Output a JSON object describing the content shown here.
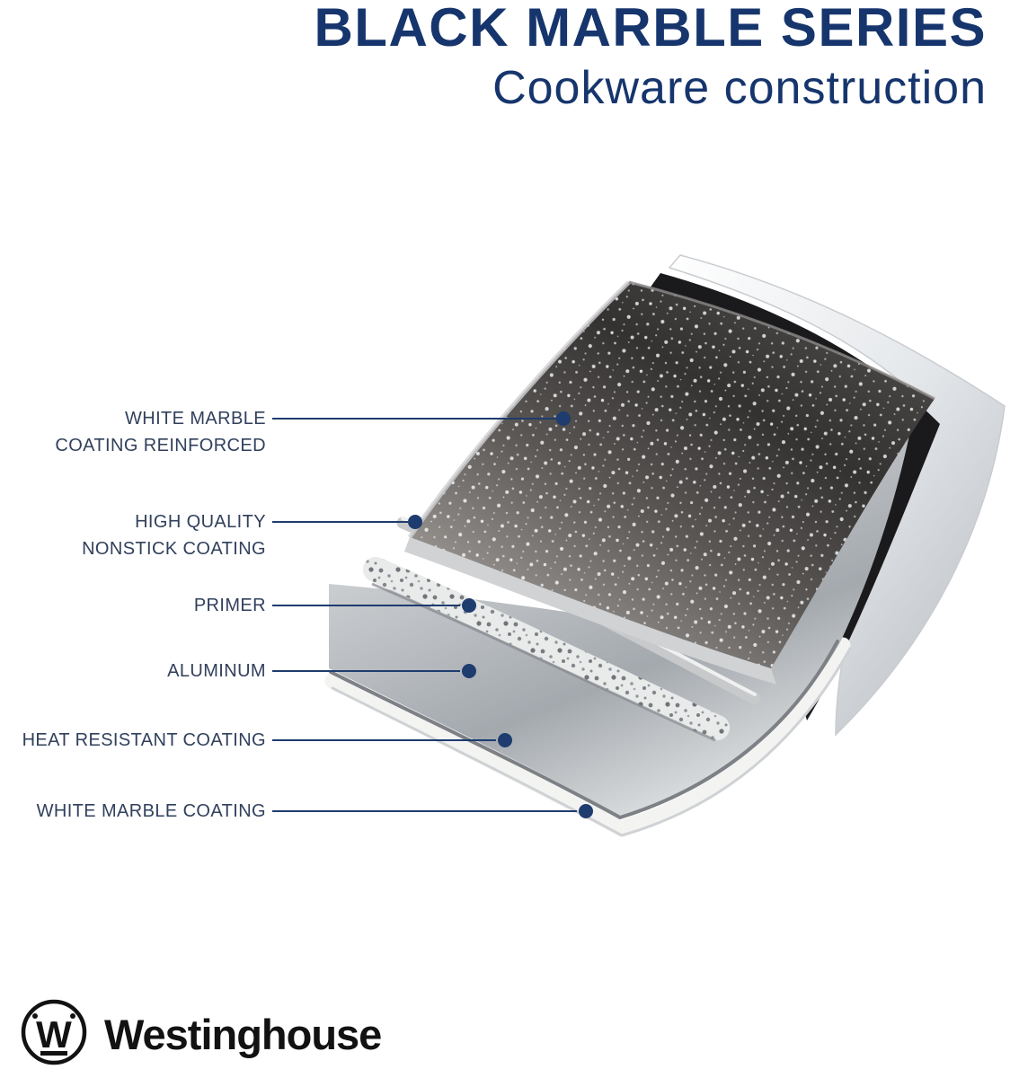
{
  "header": {
    "title": "BLACK MARBLE SERIES",
    "subtitle": "Cookware construction"
  },
  "callouts": [
    {
      "id": "white-marble-coating-reinforced",
      "line1": "WHITE MARBLE",
      "line2": "COATING REINFORCED"
    },
    {
      "id": "high-quality-nonstick-coating",
      "line1": "HIGH QUALITY",
      "line2": "NONSTICK COATING"
    },
    {
      "id": "primer",
      "line1": "PRIMER",
      "line2": ""
    },
    {
      "id": "aluminum",
      "line1": "ALUMINUM",
      "line2": ""
    },
    {
      "id": "heat-resistant-coating",
      "line1": "HEAT RESISTANT COATING",
      "line2": ""
    },
    {
      "id": "white-marble-coating",
      "line1": "WHITE MARBLE COATING",
      "line2": ""
    }
  ],
  "diagram": {
    "type": "layered cookware cross-section",
    "layers_top_to_bottom": [
      "White marble coating reinforced",
      "High quality nonstick coating",
      "Primer",
      "Aluminum",
      "Heat resistant coating",
      "White marble coating"
    ]
  },
  "brand": {
    "name": "Westinghouse",
    "monogram": "W"
  },
  "palette": {
    "title_navy": "#16356d",
    "callout_navy": "#1e3c6e",
    "label_text": "#31405c",
    "marble_dark": "#3a3836",
    "aluminum_gray": "#c6c9cc",
    "logo_black": "#121212"
  }
}
